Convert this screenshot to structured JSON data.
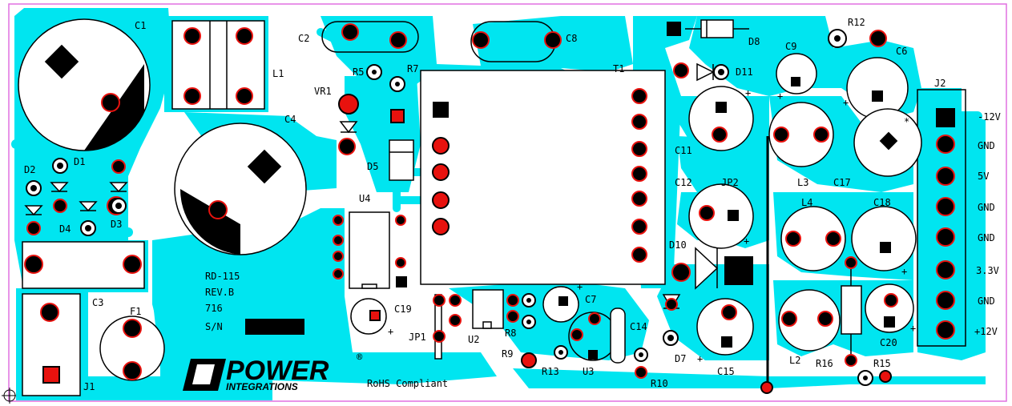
{
  "board": {
    "title": "RD-115",
    "revision": "REV.B",
    "date_code": "716",
    "serial_label": "S/N",
    "compliance": "RoHS Compliant",
    "logo": {
      "line1": "POWER",
      "line2": "INTEGRATIONS",
      "mark": "®"
    },
    "colors": {
      "copper": "#00e5f0",
      "outline": "#000000",
      "pad": "#000000",
      "red_pad": "#e8120e",
      "frame": "#e070e0"
    }
  },
  "components": {
    "C1": "C1",
    "L1": "L1",
    "C2": "C2",
    "C8": "C8",
    "D8": "D8",
    "R12": "R12",
    "C9": "C9",
    "C6": "C6",
    "R5": "R5",
    "R7": "R7",
    "VR1": "VR1",
    "T1": "T1",
    "D11": "D11",
    "C4": "C4",
    "J2": "J2",
    "D2": "D2",
    "D1": "D1",
    "D5": "D5",
    "C11": "C11",
    "L3": "L3",
    "C17": "C17",
    "C12": "C12",
    "JP2": "JP2",
    "U4": "U4",
    "L4": "L4",
    "C18": "C18",
    "D4": "D4",
    "D3": "D3",
    "D10": "D10",
    "C3": "C3",
    "F1": "F1",
    "C19": "C19",
    "JP1": "JP1",
    "U2": "U2",
    "C7": "C7",
    "C14": "C14",
    "R8": "R8",
    "R9": "R9",
    "R13": "R13",
    "U3": "U3",
    "D7": "D7",
    "C15": "C15",
    "L2": "L2",
    "R16": "R16",
    "R15": "R15",
    "C20": "C20",
    "R10": "R10",
    "J1": "J1"
  },
  "j2_pins": [
    "-12V",
    "GND",
    "5V",
    "GND",
    "GND",
    "3.3V",
    "GND",
    "+12V"
  ],
  "polarity_marks": {
    "plus": "+",
    "star": "*"
  }
}
